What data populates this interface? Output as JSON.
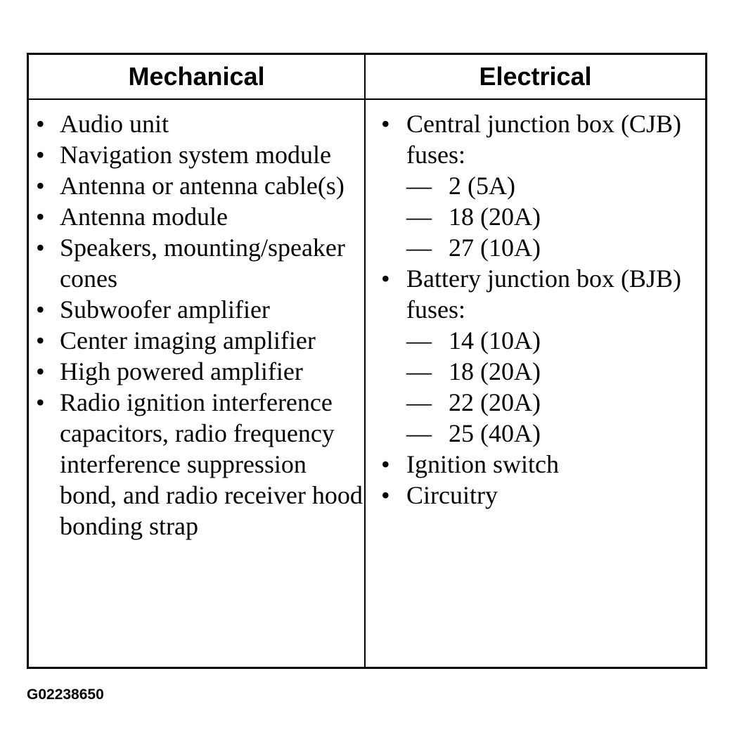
{
  "table": {
    "headers": {
      "left": "Mechanical",
      "right": "Electrical"
    },
    "mechanical_items": [
      "Audio unit",
      "Navigation system module",
      "Antenna or antenna cable(s)",
      "Antenna module",
      "Speakers, mounting/speaker cones",
      "Subwoofer amplifier",
      "Center imaging amplifier",
      "High powered amplifier",
      "Radio ignition interference capacitors, radio frequency interference suppression bond, and radio receiver hood bonding strap"
    ],
    "electrical_items": [
      {
        "label": "Central junction box (CJB) fuses:",
        "fuses": [
          "2 (5A)",
          "18 (20A)",
          "27 (10A)"
        ]
      },
      {
        "label": "Battery junction box (BJB) fuses:",
        "fuses": [
          "14 (10A)",
          "18 (20A)",
          "22 (20A)",
          "25 (40A)"
        ]
      },
      {
        "label": "Ignition switch"
      },
      {
        "label": "Circuitry"
      }
    ],
    "dash_glyph": "—"
  },
  "figure_id": "G02238650"
}
